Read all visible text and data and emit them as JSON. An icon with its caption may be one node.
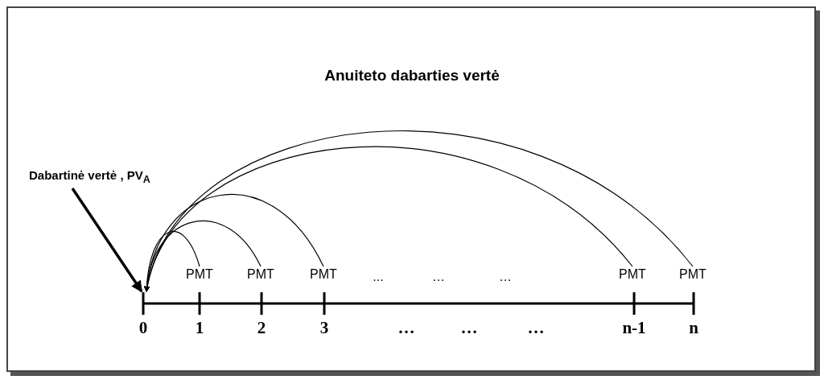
{
  "diagram": {
    "title": "Anuiteto dabarties vertė",
    "nodes": [
      {
        "text": [
          "Dabartinė vertė , PV$_{A}$"
        ]
      },
      {
        "text": [
          "0"
        ]
      },
      {
        "text": [
          "PMT"
        ]
      },
      {
        "text": [
          "PMT"
        ]
      },
      {
        "text": [
          "PMT"
        ]
      },
      {
        "text": [
          "PMT"
        ]
      },
      {
        "text": [
          "PMT"
        ]
      }
    ],
    "edges": [
      {
        "from": 0,
        "to": 1,
        "arrow": "to",
        "style": "thick"
      },
      {
        "from": 2,
        "to": 1,
        "arrow": "to"
      },
      {
        "from": 3,
        "to": 1,
        "arrow": "to"
      },
      {
        "from": 4,
        "to": 1,
        "arrow": "to"
      },
      {
        "from": 5,
        "to": 1,
        "arrow": "to"
      },
      {
        "from": 6,
        "to": 1,
        "arrow": "to"
      }
    ],
    "labels": [
      "...",
      "…",
      "…",
      "1",
      "2",
      "3",
      "…",
      "…",
      "…",
      "n-1",
      "n"
    ]
  }
}
